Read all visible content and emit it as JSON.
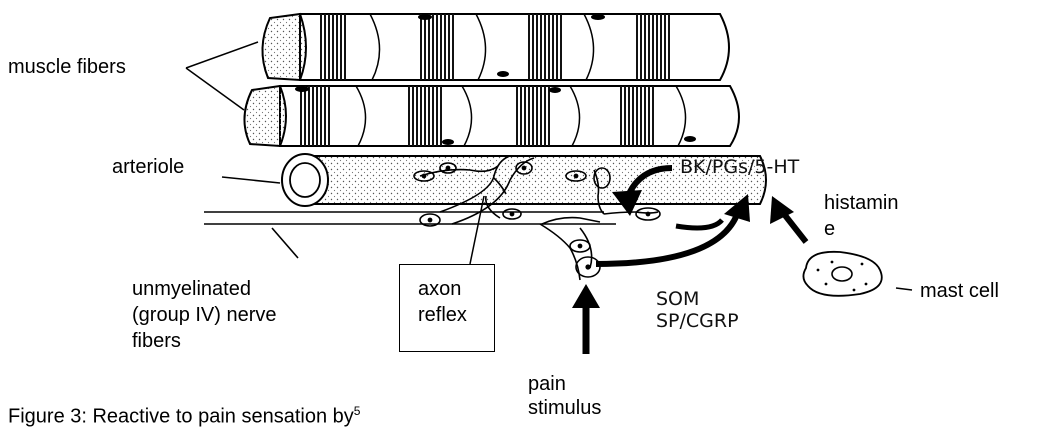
{
  "labels": {
    "muscle_fibers": "muscle fibers",
    "arteriole": "arteriole",
    "nerve_line1": "unmyelinated",
    "nerve_line2": "(group IV) nerve",
    "nerve_line3": "fibers",
    "axon_line1": "axon",
    "axon_line2": "reflex",
    "pain_line1": "pain",
    "pain_line2": "stimulus",
    "histamine_line1": "histamin",
    "histamine_line2": "e",
    "mast_cell": "mast cell",
    "bk": "BK/PGs/5-HT",
    "som": "SOM",
    "sp": "SP/CGRP"
  },
  "caption": {
    "text": "Figure 3: Reactive to pain sensation by",
    "superscript": "5"
  },
  "colors": {
    "ink": "#000000",
    "background": "#ffffff",
    "stipple": "#555555"
  }
}
